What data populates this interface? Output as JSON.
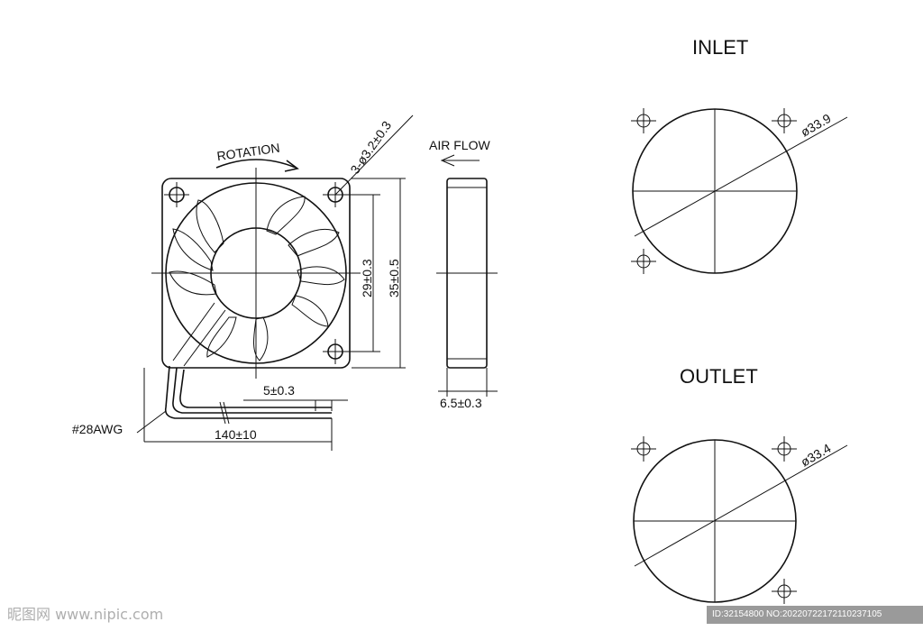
{
  "labels": {
    "inlet": "INLET",
    "outlet": "OUTLET",
    "rotation": "ROTATION",
    "air_flow": "AIR FLOW",
    "holes": "3-ø3.2±0.3",
    "hole_spacing": "29±0.3",
    "frame_size": "35±0.5",
    "thickness": "6.5±0.3",
    "wire_strip": "5±0.3",
    "wire_length": "140±10",
    "wire_gauge": "#28AWG",
    "inlet_diameter": "ø33.9",
    "outlet_diameter": "ø33.4"
  },
  "watermark": {
    "logo": "昵图网 www.nipic.com",
    "id": "ID:32154800 NO:20220722172110237105"
  }
}
